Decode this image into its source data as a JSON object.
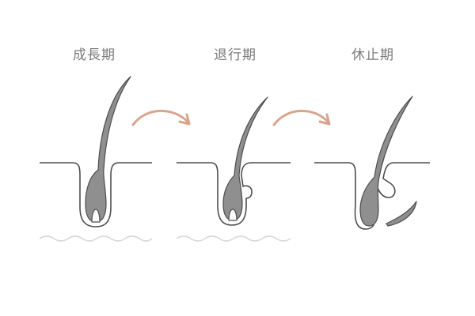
{
  "stages": [
    {
      "label": "成長期"
    },
    {
      "label": "退行期"
    },
    {
      "label": "休止期"
    }
  ],
  "colors": {
    "hair_fill": "#8f8f8f",
    "outline": "#4d4d4d",
    "arrow": "#d9a48e",
    "wave": "#d9d9d9",
    "label": "#7b7b7b",
    "background": "#ffffff"
  },
  "icons": {
    "arrow_1": "curved-arrow-right-icon",
    "arrow_2": "curved-arrow-right-icon"
  }
}
